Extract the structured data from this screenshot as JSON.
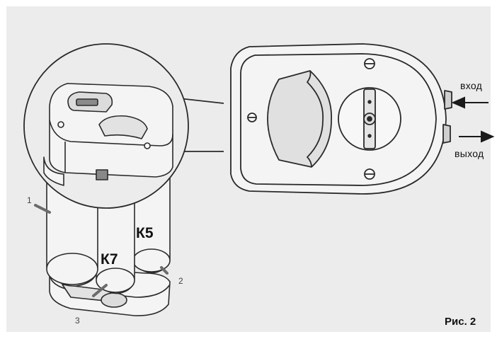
{
  "figure": {
    "caption": "Рис. 2",
    "callouts": {
      "n1": "1",
      "n2": "2",
      "n3": "3"
    },
    "cartridges": {
      "k7": "К7",
      "k5": "К5"
    },
    "ports": {
      "inlet": "вход",
      "outlet": "выход"
    }
  },
  "colors": {
    "background": "#ececec",
    "frame": "#ffffff",
    "outline": "#2a2a2a",
    "body_fill": "#f4f4f4",
    "shade": "#d8d8d8"
  },
  "icons": {
    "inlet_arrow": "arrow-left-icon",
    "outlet_arrow": "arrow-right-icon"
  }
}
